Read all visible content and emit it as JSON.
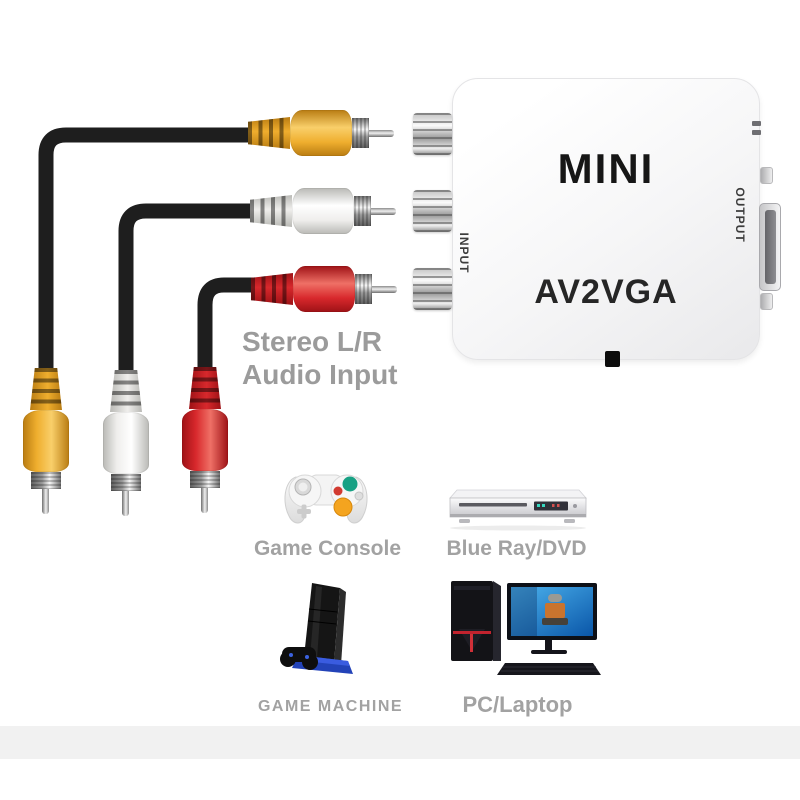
{
  "device": {
    "brand": "MINI",
    "model": "AV2VGA",
    "ports": {
      "input_label": "INPUT",
      "output_label": "OUTPUT"
    }
  },
  "cable": {
    "annotation_line1": "Stereo L/R",
    "annotation_line2": "Audio Input",
    "plug_colors": [
      "yellow",
      "white",
      "red"
    ]
  },
  "sources": [
    {
      "icon": "game-console-icon",
      "label": "Game Console"
    },
    {
      "icon": "blu-ray-dvd-player-icon",
      "label": "Blue Ray/DVD"
    },
    {
      "icon": "game-machine-icon",
      "label": "GAME MACHINE"
    },
    {
      "icon": "pc-laptop-icon",
      "label": "PC/Laptop"
    }
  ],
  "colors": {
    "rca_yellow": "#efae2e",
    "rca_white": "#efeeec",
    "rca_red": "#d8282c",
    "cable_black": "#1e1e1e",
    "label_gray": "#9b9b9b",
    "band_gray": "#f1f1f1",
    "device_white": "#f6f6f7",
    "logo_black": "#161616"
  }
}
